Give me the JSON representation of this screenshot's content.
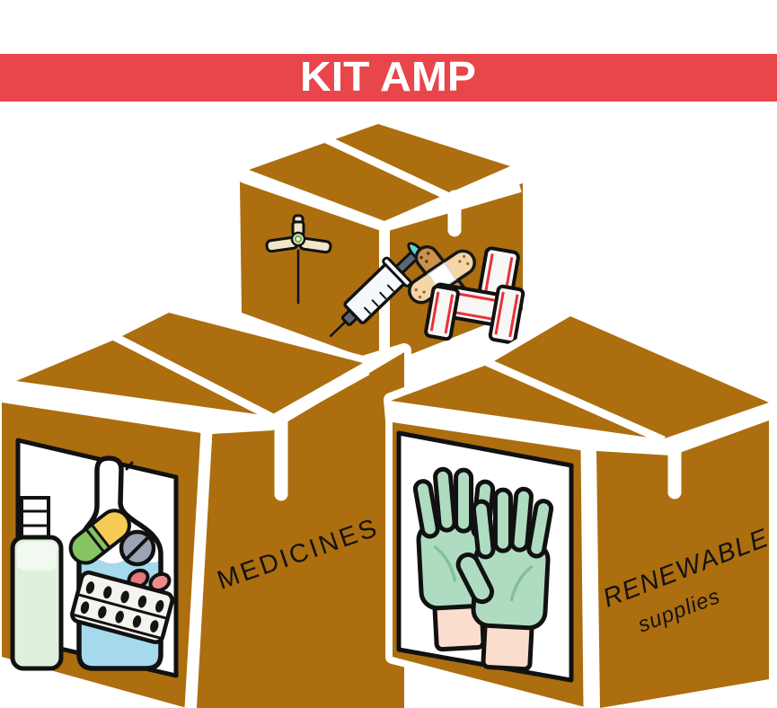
{
  "banner": {
    "title": "KIT AMP",
    "bg_color": "#E8464B",
    "text_color": "#FFFFFF"
  },
  "illustration": {
    "description": "Three isometric cardboard boxes",
    "cardboard_color": "#AC6E0E",
    "boxes": {
      "top": {
        "label": "",
        "icons": [
          "catheter-icon",
          "syringe-icon",
          "adhesive-plasters-icon",
          "bandage-roll-icon"
        ]
      },
      "left": {
        "label": "MEDICINES",
        "icons": [
          "medicine-vial-icon",
          "medicine-bottle-icon",
          "capsule-icon",
          "tablet-icon",
          "pills-icon",
          "blister-pack-icon"
        ]
      },
      "right": {
        "label_line1": "RENEWABLE",
        "label_line2": "supplies",
        "icons": [
          "protective-gloves-icon"
        ]
      }
    },
    "colors": {
      "syringe_metal": "#5B6670",
      "syringe_cap_teal": "#5FD6CC",
      "catheter_cream": "#F0E6C8",
      "catheter_green": "#74B04A",
      "plaster_tan": "#F4D6A8",
      "plaster_brown": "#C9924F",
      "bandage_red_stripe": "#E73238",
      "bottle_liquid_blue": "#A6D9EC",
      "vial_liquid_green": "#DFF0DC",
      "capsule_green": "#85C460",
      "capsule_yellow": "#F5CB54",
      "tablet_gray": "#9BA4B4",
      "pill_red": "#E4777A",
      "glove_green": "#AFDCC1",
      "glove_cuff_peach": "#FBDDCE"
    }
  }
}
